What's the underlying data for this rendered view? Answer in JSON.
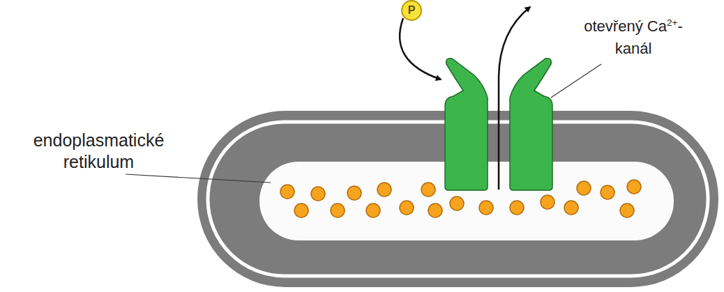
{
  "diagram": {
    "nodes": [
      {
        "text": [
          "P"
        ]
      }
    ],
    "labels": [
      "otevřený Ca2+-kanál",
      "endoplasmatické retikulum"
    ]
  }
}
